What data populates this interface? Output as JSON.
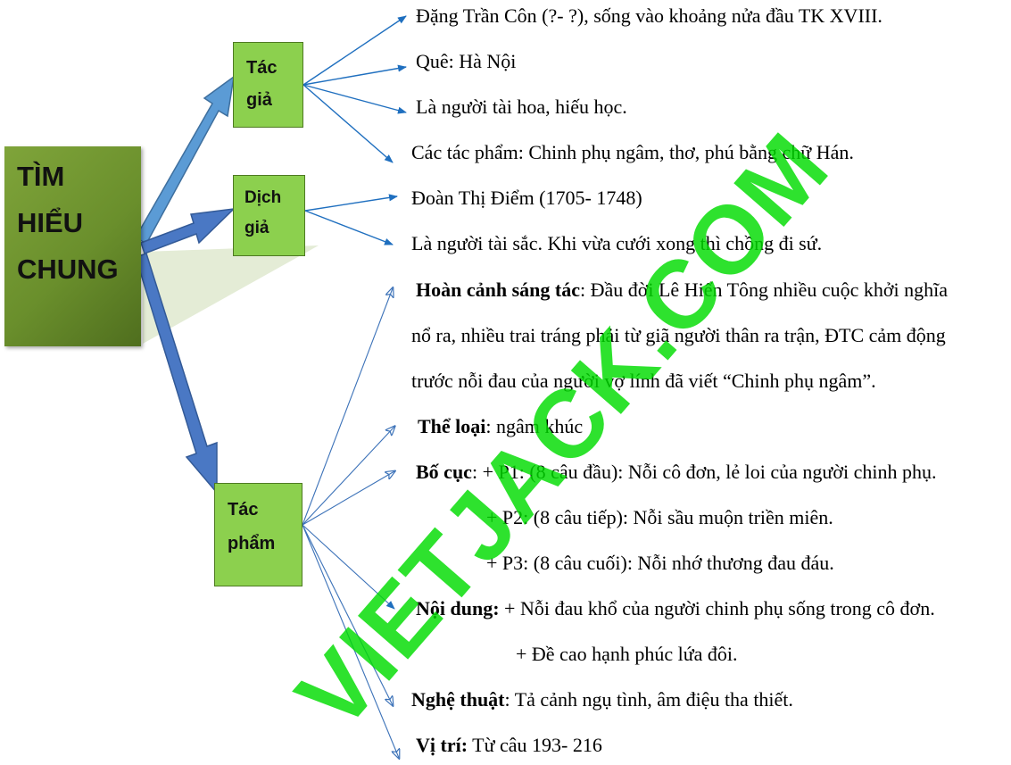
{
  "root": {
    "lines": [
      "TÌM",
      "HIỂU",
      "CHUNG"
    ]
  },
  "nodes": {
    "tac_gia": {
      "lines": [
        "Tác",
        "giả"
      ]
    },
    "dich_gia": {
      "lines": [
        "Dịch",
        "giả"
      ]
    },
    "tac_pham": {
      "lines": [
        "Tác",
        "phẩm"
      ]
    }
  },
  "tac_gia_items": [
    "Đặng Trần Côn (?- ?), sống vào khoảng nửa đầu TK XVIII.",
    "Quê: Hà Nội",
    "Là người tài hoa, hiếu học.",
    "Các tác phẩm: Chinh phụ ngâm, thơ, phú bằng chữ Hán."
  ],
  "dich_gia_items": [
    "Đoàn Thị Điểm (1705- 1748)",
    "Là người tài sắc. Khi vừa cưới xong thì chồng đi sứ."
  ],
  "tac_pham": {
    "hoan_canh": {
      "label": "Hoàn cảnh sáng tác",
      "line1": ": Đầu đời Lê Hiển Tông nhiều cuộc khởi nghĩa",
      "line2": "nổ ra, nhiều trai tráng phải từ giã người thân ra trận, ĐTC cảm động",
      "line3": "trước nỗi đau của người vợ lính đã viết “Chinh phụ ngâm”."
    },
    "the_loai": {
      "label": "Thể loại",
      "text": ": ngâm khúc"
    },
    "bo_cuc": {
      "label": "Bố cục",
      "p1": ": + P1: (8 câu đầu): Nỗi cô đơn, lẻ loi của người chinh phụ.",
      "p2": "+ P2: (8 câu tiếp): Nỗi sầu muộn triền miên.",
      "p3": "+ P3: (8 câu cuối): Nỗi nhớ thương đau đáu."
    },
    "noi_dung": {
      "label": "Nội dung:",
      "line1": " + Nỗi đau khổ của người chinh phụ sống trong cô đơn.",
      "line2": "+ Đề cao hạnh phúc lứa đôi."
    },
    "nghe_thuat": {
      "label": "Nghệ thuật",
      "text": ": Tả cảnh ngụ tình, âm điệu tha thiết."
    },
    "vi_tri": {
      "label": "Vị trí:",
      "text": " Từ câu 193- 216"
    }
  },
  "watermark": "VIETJACK.COM"
}
